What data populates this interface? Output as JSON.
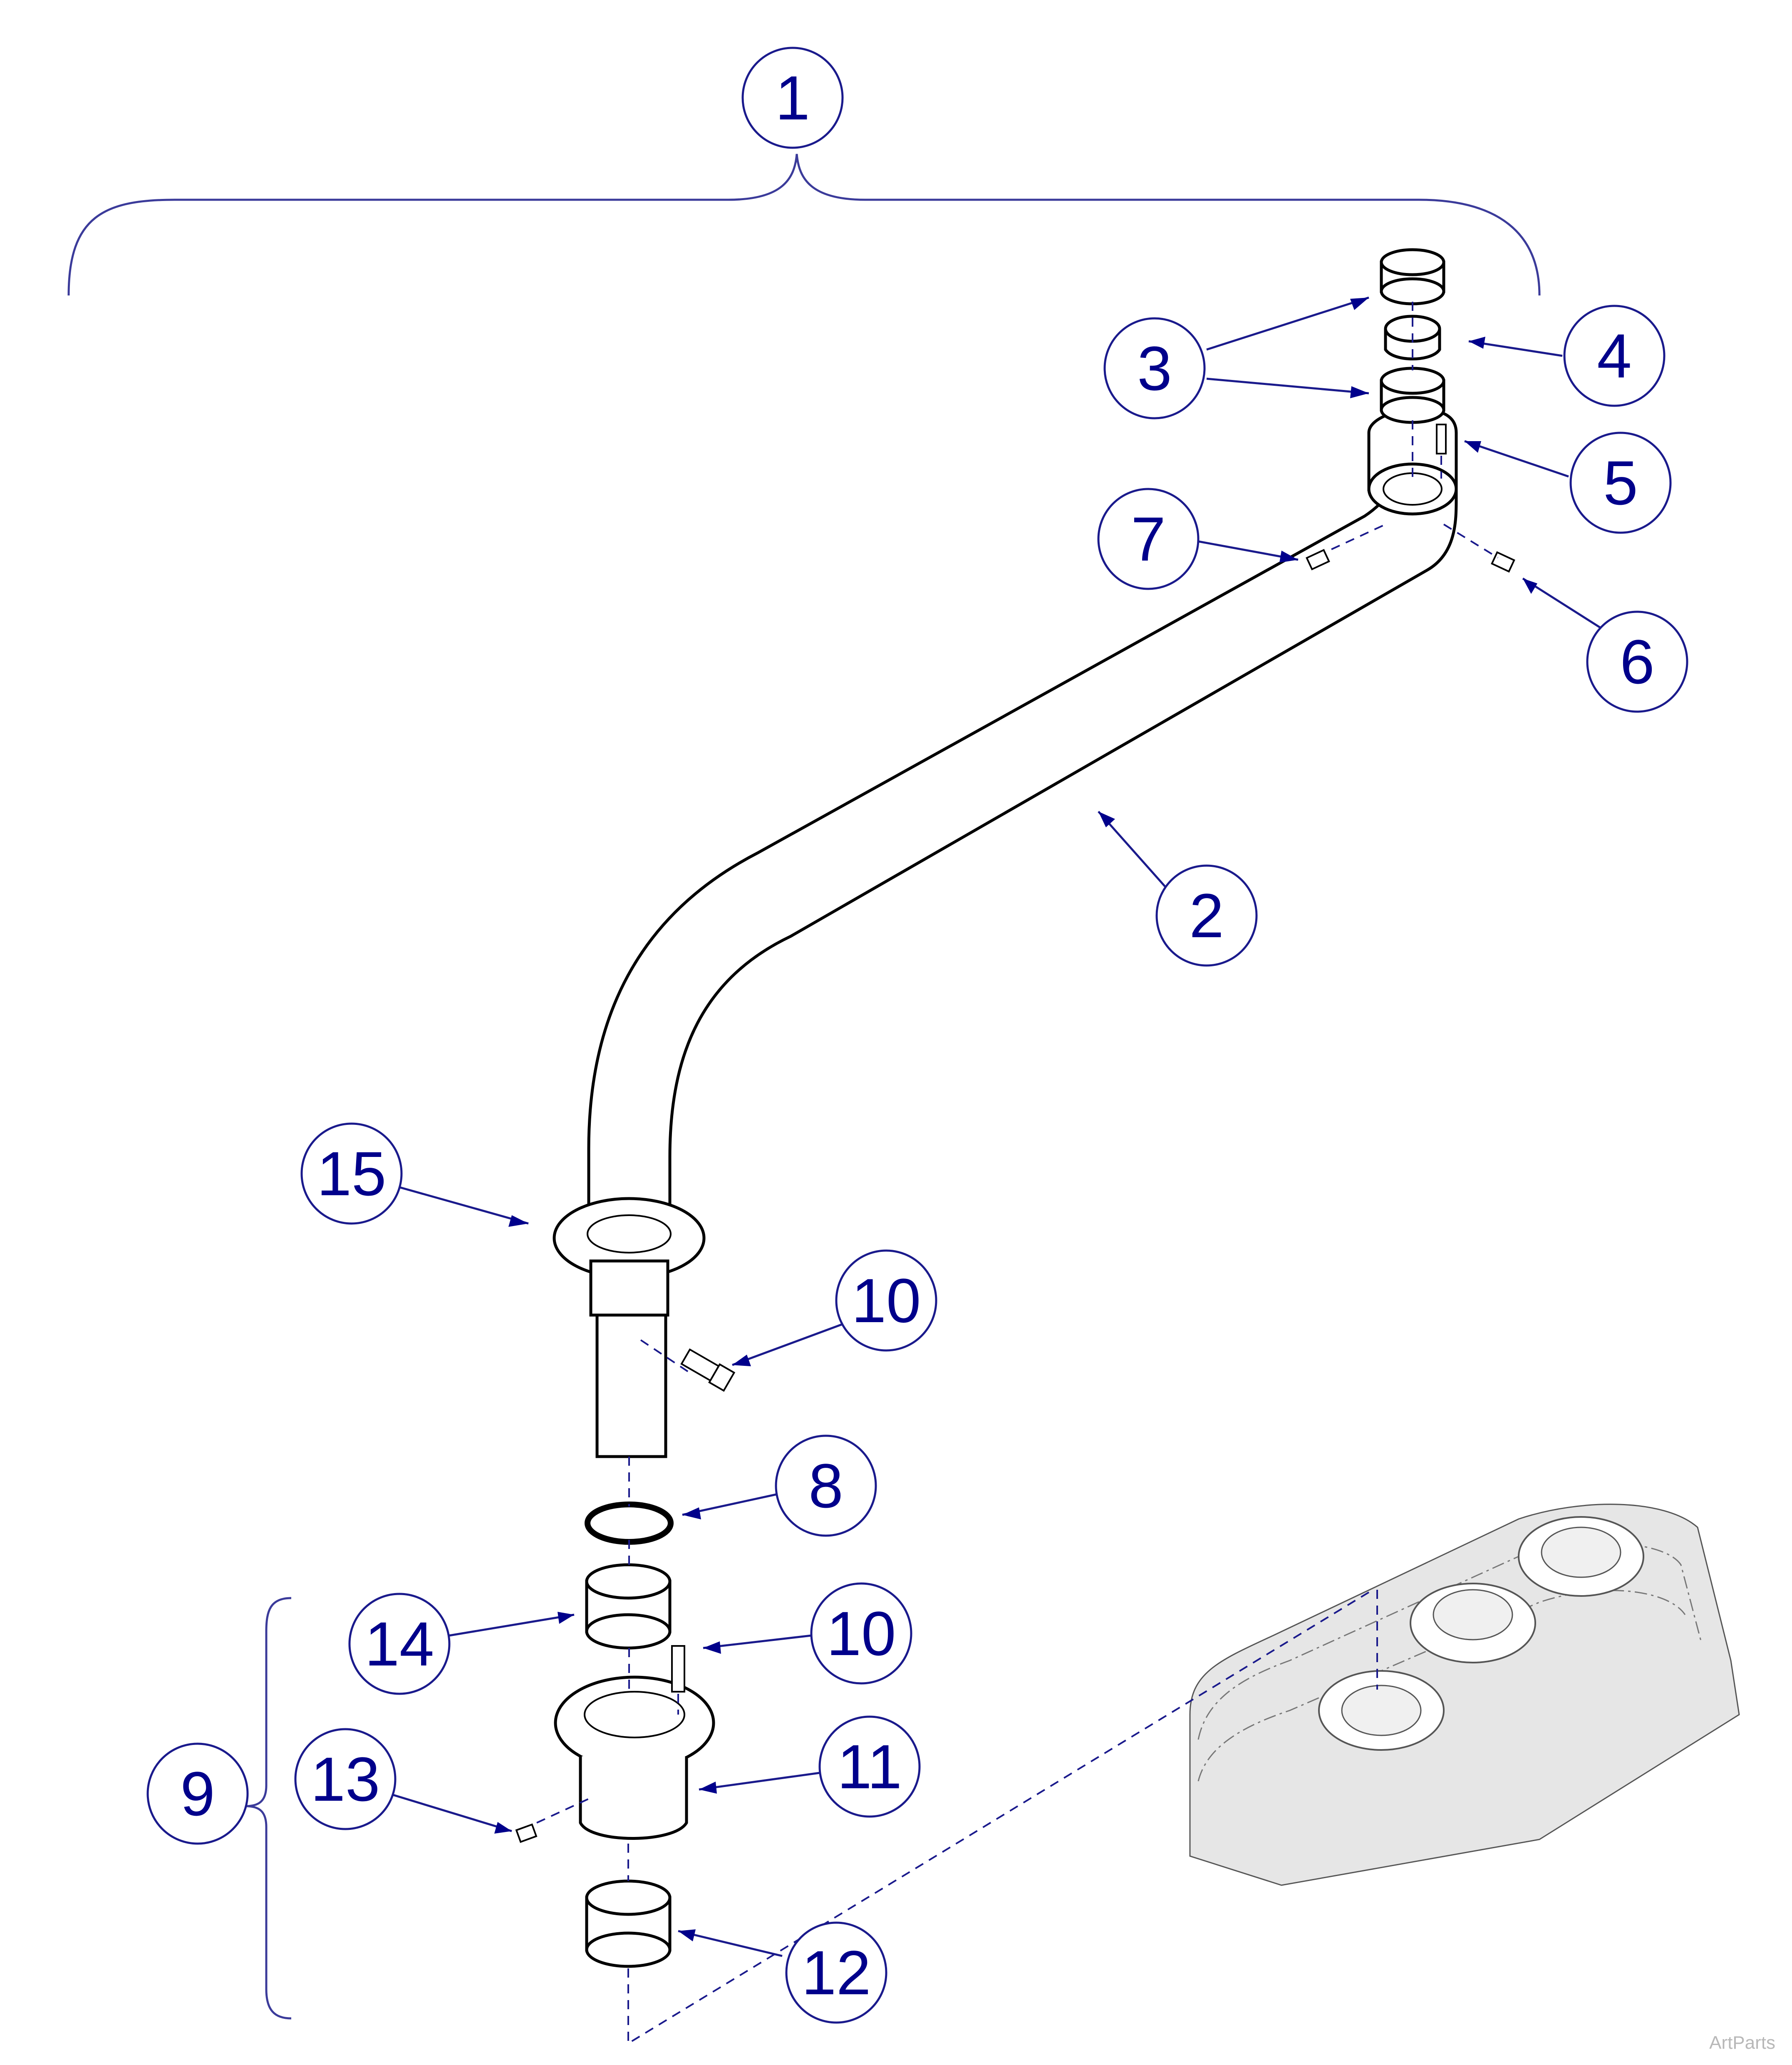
{
  "diagram": {
    "callouts": [
      "1",
      "2",
      "3",
      "4",
      "5",
      "6",
      "7",
      "8",
      "9",
      "10",
      "10",
      "11",
      "12",
      "13",
      "14",
      "15"
    ]
  },
  "watermark": "ArtParts",
  "colors": {
    "callout_stroke": "#1a1a8c",
    "callout_text": "#00008b",
    "ghost_fill": "#e6e6e6"
  }
}
